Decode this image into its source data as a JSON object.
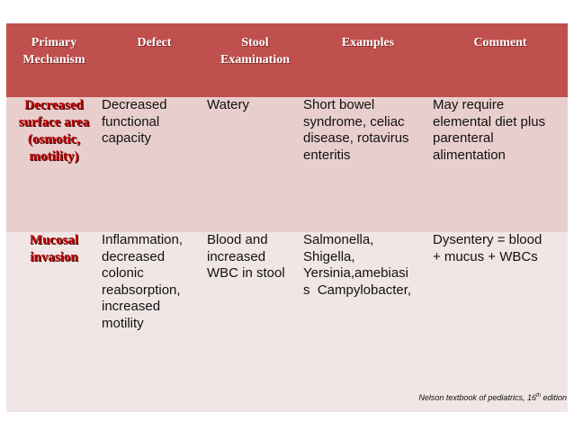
{
  "headers": {
    "mechanism": [
      "Primary",
      "Mechanism"
    ],
    "defect": "Defect",
    "stool": [
      "Stool",
      "Examination"
    ],
    "examples": "Examples",
    "comment": "Comment"
  },
  "rows": [
    {
      "mechanism": [
        "Decreased",
        "surface area",
        "(osmotic,",
        "motility)"
      ],
      "defect": [
        "Decreased",
        "functional",
        "capacity"
      ],
      "stool": [
        "Watery"
      ],
      "examples": [
        "Short bowel",
        "syndrome, celiac",
        "disease, rotavirus",
        "enteritis"
      ],
      "comment": [
        "May require",
        "elemental diet plus",
        "parenteral",
        "alimentation"
      ]
    },
    {
      "mechanism": [
        "Mucosal",
        "invasion"
      ],
      "defect": [
        "Inflammation,",
        "decreased",
        "colonic",
        "reabsorption,",
        "increased",
        "motility"
      ],
      "stool": [
        "Blood and",
        "increased",
        "WBC in stool"
      ],
      "examples": [
        "Salmonella,",
        "Shigella,",
        "Yersinia,amebiasi",
        "s  Campylobacter,"
      ],
      "comment": [
        "Dysentery = blood",
        "+ mucus + WBCs"
      ]
    }
  ],
  "citation": {
    "text": "Nelson textbook of pediatrics, 16",
    "sup": "th",
    "suffix": " edition"
  },
  "colors": {
    "header_bg": "#c0504d",
    "row1_bg": "#e8cfce",
    "row2_bg": "#f1e6e6",
    "mechanism_text": "#c00000"
  }
}
